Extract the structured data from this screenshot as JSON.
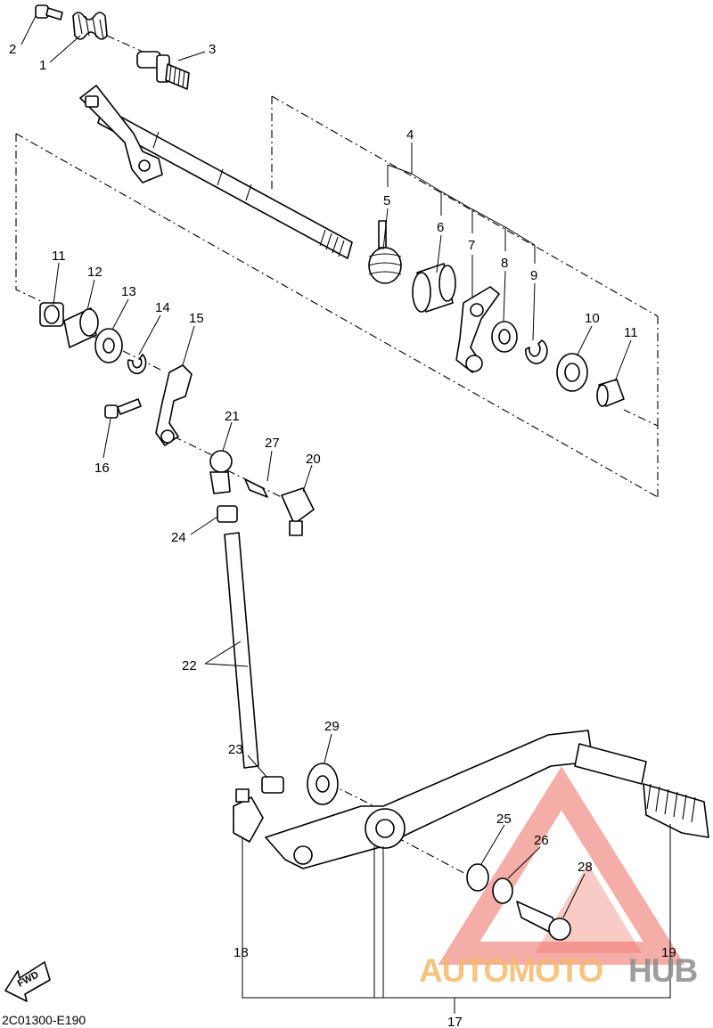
{
  "diagram_code": "2C01300-E190",
  "fwd_label": "FWD",
  "watermark": {
    "brand_part1": "AUTOMOTO",
    "brand_part2": "HUB",
    "color_orange": "#f5b96a",
    "color_gray": "#8c8c8c",
    "color_red": "#e8392b"
  },
  "callouts": {
    "c1": "1",
    "c2": "2",
    "c3": "3",
    "c4": "4",
    "c5": "5",
    "c6": "6",
    "c7": "7",
    "c8": "8",
    "c9": "9",
    "c10": "10",
    "c11a": "11",
    "c11b": "11",
    "c12": "12",
    "c13": "13",
    "c14": "14",
    "c15": "15",
    "c16": "16",
    "c17": "17",
    "c18": "18",
    "c19": "19",
    "c20": "20",
    "c21": "21",
    "c22": "22",
    "c23": "23",
    "c24": "24",
    "c25": "25",
    "c26": "26",
    "c27": "27",
    "c28": "28",
    "c29": "29"
  }
}
